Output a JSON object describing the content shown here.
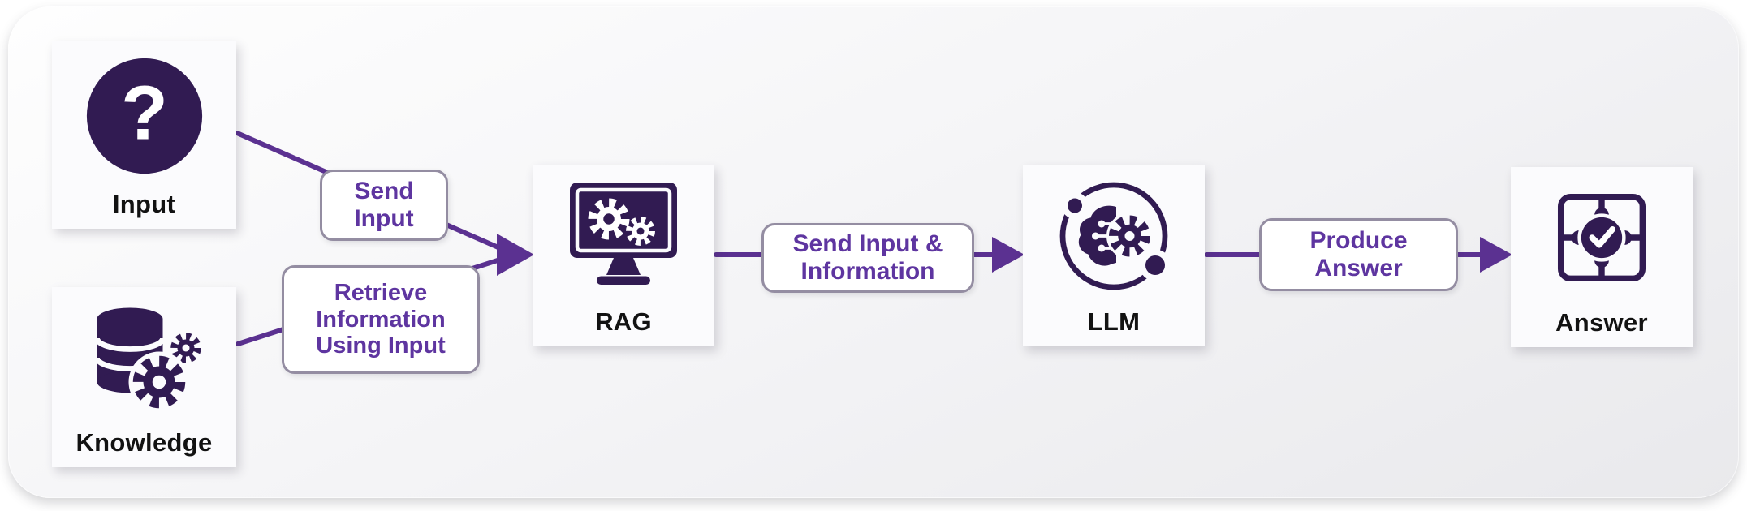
{
  "diagram": {
    "title": "RAG pipeline flow diagram",
    "nodes": {
      "input": {
        "label": "Input",
        "icon": "question-icon"
      },
      "knowledge": {
        "label": "Knowledge",
        "icon": "database-gears-icon"
      },
      "rag": {
        "label": "RAG",
        "icon": "monitor-gears-icon"
      },
      "llm": {
        "label": "LLM",
        "icon": "brain-gear-icon"
      },
      "answer": {
        "label": "Answer",
        "icon": "puzzle-check-icon"
      }
    },
    "edges": {
      "send_input": {
        "label": "Send\nInput",
        "from": "Input",
        "to": "RAG"
      },
      "retrieve": {
        "label": "Retrieve\nInformation\nUsing Input",
        "from": "Knowledge",
        "to": "RAG"
      },
      "send_info": {
        "label": "Send Input &\nInformation",
        "from": "RAG",
        "to": "LLM"
      },
      "produce": {
        "label": "Produce\nAnswer",
        "from": "LLM",
        "to": "Answer"
      }
    },
    "colors": {
      "icon_dark_purple": "#311b52",
      "arrow_purple": "#5b3191",
      "edge_label_text": "#5e35a0",
      "edge_label_border": "#948da2",
      "node_background": "#fbfbfd",
      "node_label_text": "#121212"
    }
  }
}
